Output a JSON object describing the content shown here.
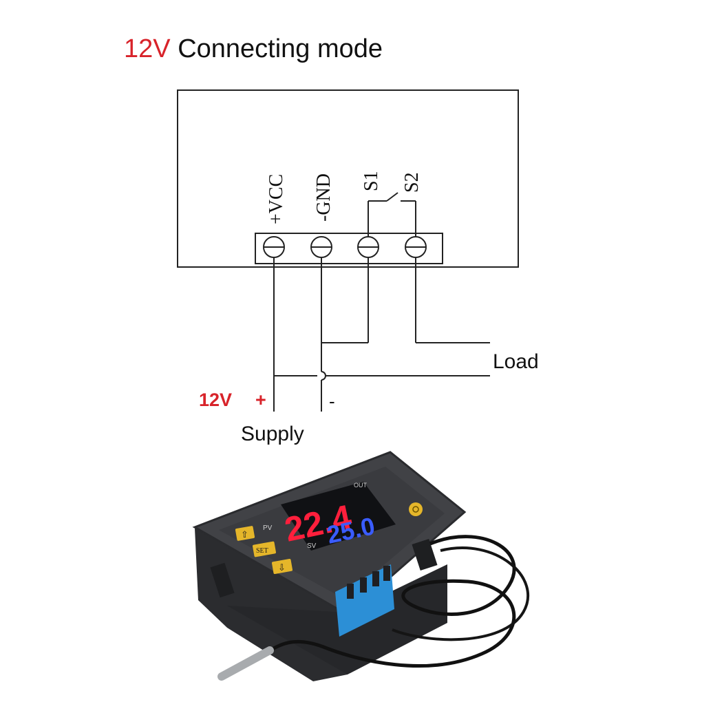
{
  "title": {
    "voltage": "12V",
    "text": "Connecting mode"
  },
  "terminals": {
    "vcc": "+VCC",
    "gnd": "-GND",
    "s1": "S1",
    "s2": "S2"
  },
  "labels": {
    "load": "Load",
    "supply_voltage": "12V",
    "plus": "+",
    "minus": "-",
    "supply": "Supply"
  },
  "device": {
    "pv_label": "PV",
    "sv_label": "SV",
    "out_label": "OUT",
    "pv_value": "22.4",
    "sv_value": "25.0",
    "set_label": "SET"
  },
  "colors": {
    "accent_red": "#d8232a",
    "pv_red": "#ff1f3c",
    "sv_blue": "#3a5cff",
    "button_yellow": "#e5b62a",
    "terminal_blue": "#2c8fd6"
  }
}
